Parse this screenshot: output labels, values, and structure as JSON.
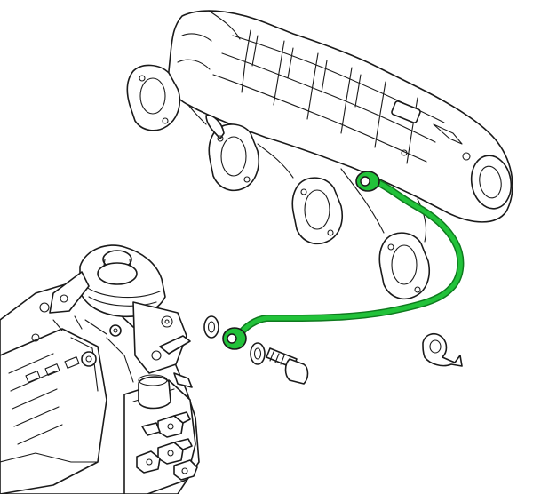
{
  "diagram": {
    "parts": [
      {
        "name": "exhaust-manifold",
        "icon": "manifold-icon"
      },
      {
        "name": "injection-pump",
        "icon": "pump-icon"
      },
      {
        "name": "connecting-pipe",
        "icon": "pipe-icon",
        "highlighted": true
      },
      {
        "name": "sealing-washers",
        "icon": "washer-icon"
      },
      {
        "name": "banjo-bolt",
        "icon": "bolt-icon"
      },
      {
        "name": "pipe-clip",
        "icon": "clip-icon"
      }
    ],
    "colors": {
      "highlight": "#22c23a",
      "highlight_dark": "#0e7a1e",
      "line": "#1a1a1a",
      "background": "#ffffff"
    }
  }
}
